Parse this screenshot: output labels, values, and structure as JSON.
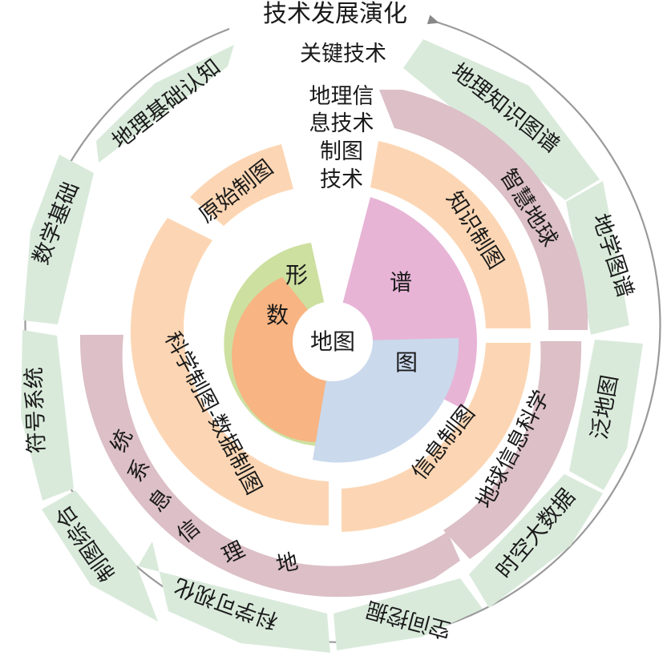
{
  "titles": {
    "evolution": "技术发展演化",
    "key_tech": "关键技术",
    "gis_lines": [
      "地理信",
      "息技术",
      "制图",
      "技术"
    ]
  },
  "center": {
    "label": "地图"
  },
  "core": {
    "xing": "形",
    "shu": "数",
    "pu": "谱",
    "tu": "图"
  },
  "eras": {
    "yuanshi": "原始制图",
    "kexue": "科学制图-数据制图",
    "zhishi": "知识制图",
    "xinxi": "信息制图"
  },
  "sciences": {
    "zhihui": "智慧地球",
    "diqiu_xinxi": "地球信息科学",
    "dili_xinxi_xitong": [
      "地",
      "理",
      "信",
      "息",
      "系",
      "统"
    ]
  },
  "foundations": {
    "dili_zhishi_tupu": "地理知识图谱",
    "dixue_tupu": "地学图谱",
    "fan_ditu": "泛地图",
    "shikong_dashuju": "时空大数据",
    "kongjian_wajue": "空间挖掘",
    "kexue_keshihua": "科学可视化",
    "zhitu_zonghe": "制图综合",
    "fuhao_xitong": "符号系统",
    "shuxue_jichu": "数学基础",
    "dili_jichu_renzhi": "地理基础认知"
  },
  "colors": {
    "green_band": "#d9eadb",
    "mauve_band": "#dcbfc7",
    "peach_band": "#fcd6b4",
    "pink_sector": "#e7b4d6",
    "blue_sector": "#cad9ec",
    "green_sector": "#cde0a0",
    "orange_sector": "#f8b482",
    "outline": "#999999"
  }
}
